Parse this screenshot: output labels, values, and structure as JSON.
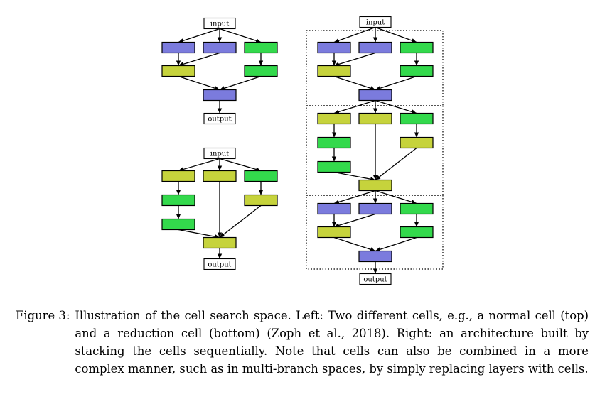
{
  "diagram": {
    "input_label": "input",
    "output_label": "output",
    "colors": {
      "blue": "#7b7bdd",
      "green": "#33d94c",
      "yellow": "#c6d33c",
      "border": "#000000"
    }
  },
  "caption": {
    "label": "Figure 3:",
    "text": "Illustration of the cell search space. Left: Two different cells, e.g., a normal cell (top) and a reduction cell (bottom) (Zoph et al., 2018). Right: an architecture built by stacking the cells sequentially. Note that cells can also be combined in a more complex manner, such as in multi-branch spaces, by simply replacing layers with cells."
  }
}
